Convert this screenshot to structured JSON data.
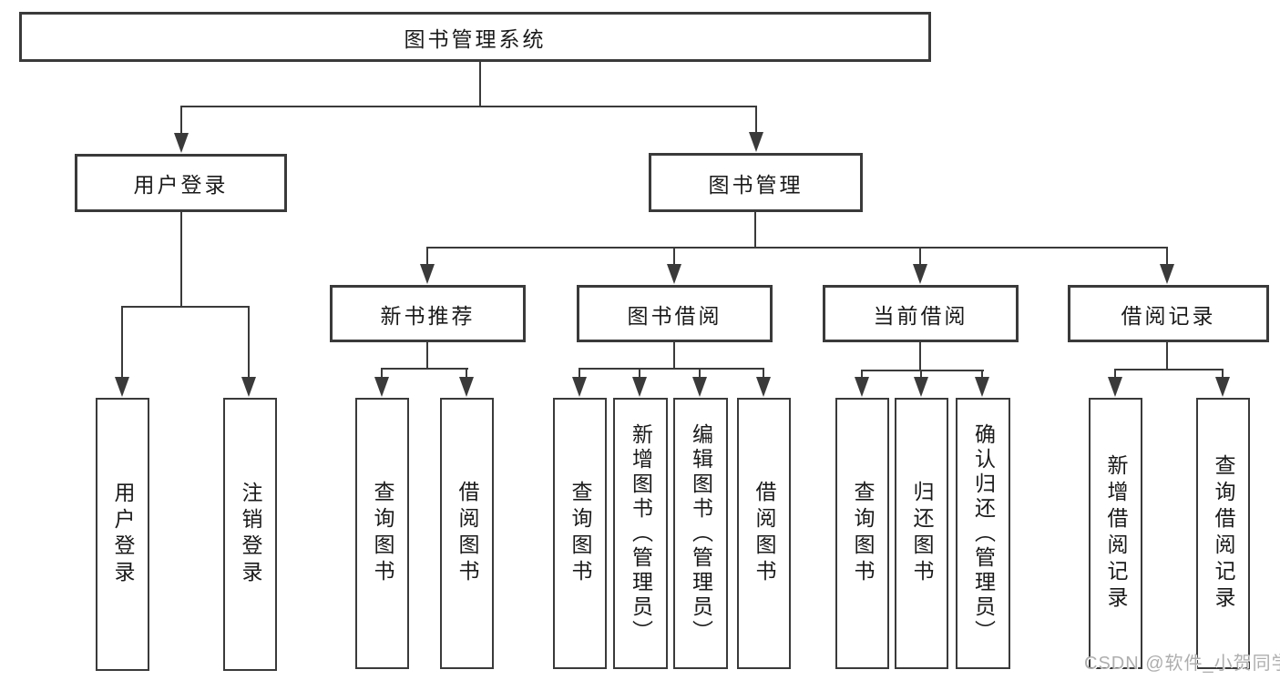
{
  "diagram_title": "图书管理系统",
  "tree": {
    "label": "图书管理系统",
    "children": [
      {
        "label": "用户登录",
        "children": [
          {
            "label": "用户登录"
          },
          {
            "label": "注销登录"
          }
        ]
      },
      {
        "label": "图书管理",
        "children": [
          {
            "label": "新书推荐",
            "children": [
              {
                "label": "查询图书"
              },
              {
                "label": "借阅图书"
              }
            ]
          },
          {
            "label": "图书借阅",
            "children": [
              {
                "label": "查询图书"
              },
              {
                "label": "新增图书（管理员）"
              },
              {
                "label": "编辑图书（管理员）"
              },
              {
                "label": "借阅图书"
              }
            ]
          },
          {
            "label": "当前借阅",
            "children": [
              {
                "label": "查询图书"
              },
              {
                "label": "归还图书"
              },
              {
                "label": "确认归还（管理员）"
              }
            ]
          },
          {
            "label": "借阅记录",
            "children": [
              {
                "label": "新增借阅记录"
              },
              {
                "label": "查询借阅记录"
              }
            ]
          }
        ]
      }
    ]
  },
  "colors": {
    "line": "#3a3a3a",
    "text": "#1a1a1a",
    "watermark": "#aeaeae"
  },
  "watermark": {
    "text": "CSDN @软件_小贺同学"
  }
}
